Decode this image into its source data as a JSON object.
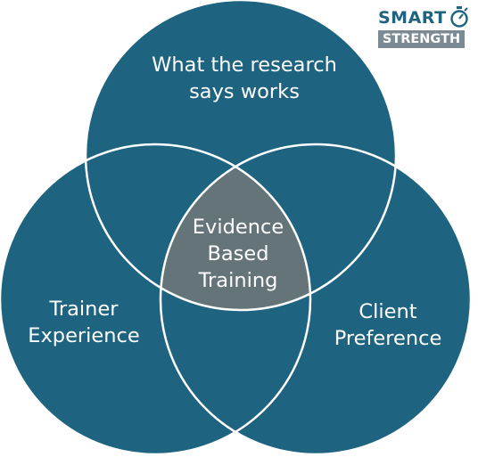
{
  "logo": {
    "line1": "SMART",
    "line2": "STRENGTH",
    "icon": "stopwatch-icon"
  },
  "venn": {
    "top_label_line1": "What the research",
    "top_label_line2": "says works",
    "left_label_line1": "Trainer",
    "left_label_line2": "Experience",
    "right_label_line1": "Client",
    "right_label_line2": "Preference",
    "center_label_line1": "Evidence",
    "center_label_line2": "Based",
    "center_label_line3": "Training"
  },
  "colors": {
    "circle_fill": "#1e6380",
    "center_fill": "#647479",
    "outline": "#ffffff",
    "logo_text": "#1e6380",
    "logo_band": "#7c8a93"
  }
}
